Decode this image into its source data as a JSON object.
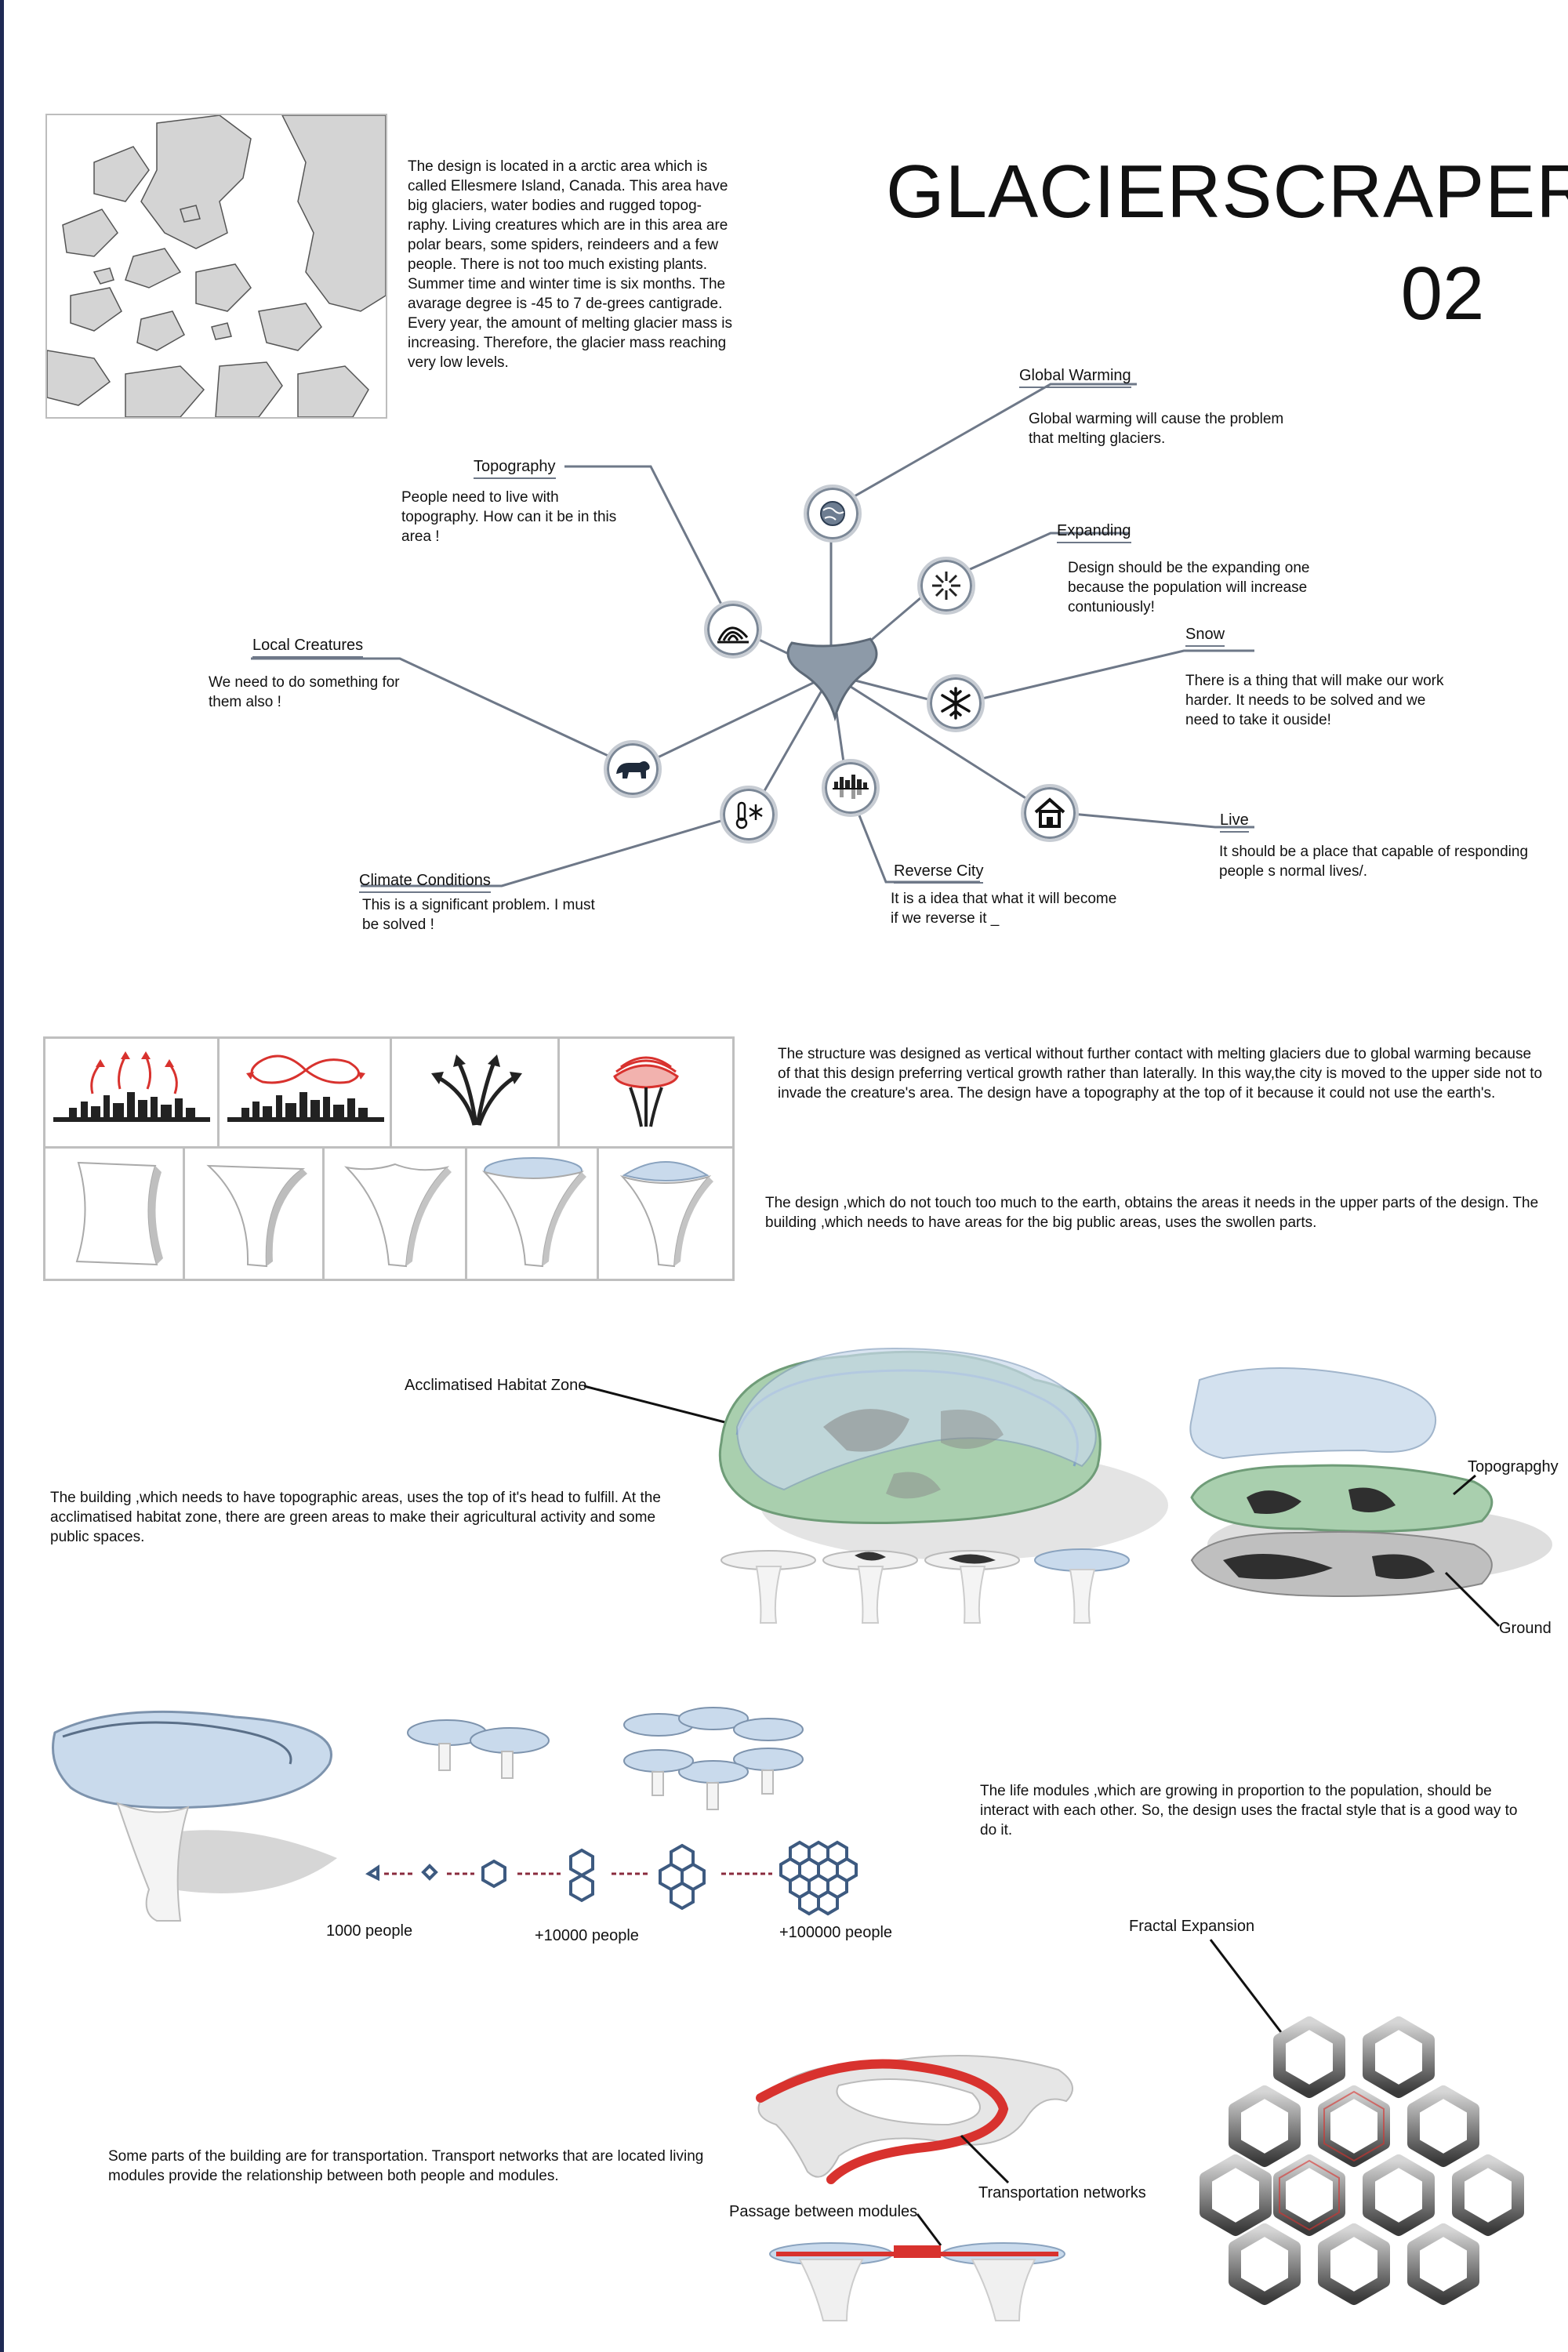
{
  "title": "GLACIERSCRAPER",
  "title_number": "02",
  "intro_text": "The design is located in a arctic area which is called Ellesmere Island, Canada. This area have big glaciers, water bodies and rugged topog-raphy. Living creatures which are in this area are polar bears, some spiders, reindeers and a few people. There is not too much existing plants. Summer time and winter time is six months. The avarage degree is -45 to 7 de-grees cantigrade. Every year, the amount of melting glacier mass is increasing. Therefore, the glacier mass reaching very low levels.",
  "factors": [
    {
      "key": "global-warming",
      "label": "Global Warming",
      "text": "Global warming will cause the problem that melting glaciers.",
      "icon": "globe-icon"
    },
    {
      "key": "expanding",
      "label": "Expanding",
      "text": "Design should be the expanding one because the population will increase contuniously!",
      "icon": "expand-arrows-icon"
    },
    {
      "key": "snow",
      "label": "Snow",
      "text": "There is a thing that will make our work harder. It needs to be solved and we need to take it ouside!",
      "icon": "snowflake-icon"
    },
    {
      "key": "live",
      "label": "Live",
      "text": "It should be a place that capable of responding people s normal lives/.",
      "icon": "house-icon"
    },
    {
      "key": "reverse-city",
      "label": "Reverse City",
      "text": "It is a idea that what it will become if we reverse it _",
      "icon": "reverse-city-icon"
    },
    {
      "key": "climate",
      "label": "Climate Conditions",
      "text": "This is a significant problem. I must be solved !",
      "icon": "thermometer-snow-icon"
    },
    {
      "key": "local-creatures",
      "label": "Local Creatures",
      "text": "We need to do something for them also !",
      "icon": "bear-icon"
    },
    {
      "key": "topography",
      "label": "Topography",
      "text": "People need to live with topography. How can it be in this area !",
      "icon": "topography-icon"
    }
  ],
  "concept_text_1": "The structure was designed as vertical without further contact with melting glaciers due to global warming because of that this design preferring vertical growth rather than laterally. In this way,the city is moved to the upper side not to invade the creature's area. The design have a topography at the top of it because it could not use the earth's.",
  "concept_text_2": "The design ,which do not touch too much to the earth, obtains the areas it needs in the upper parts of the design. The building ,which needs to have areas for the big public areas, uses the swollen parts.",
  "habitat": {
    "zone_label": "Acclimatised Habitat Zone",
    "text": "The building ,which needs to have topographic areas, uses the top of it's head to fulfill. At the acclimatised habitat zone, there are green areas to make their agricultural activity and some public spaces.",
    "topography_label": "Topograpghy",
    "ground_label": "Ground"
  },
  "growth": {
    "text": "The life modules ,which are growing in proportion to the population, should be interact with each other. So, the design uses the fractal style that is a good way to do it.",
    "stages": [
      "1000 people",
      "+10000 people",
      "+100000 people"
    ]
  },
  "transport": {
    "text": "Some parts of the building are for transportation. Transport networks that are located living modules provide the relationship between both people and modules.",
    "networks_label": "Transportation networks",
    "passage_label": "Passage between modules",
    "fractal_label": "Fractal Expansion"
  },
  "colors": {
    "line": "#6e7888",
    "accent_red": "#d8322e",
    "green": "#8fbf96",
    "glass": "#c9daec",
    "hex_blue": "#3d5a80"
  }
}
